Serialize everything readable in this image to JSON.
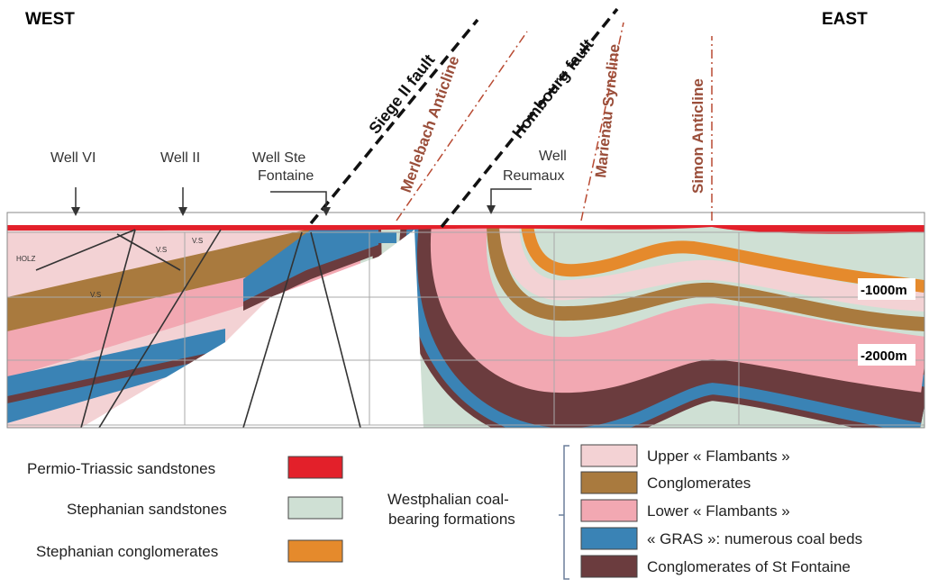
{
  "orientation": {
    "west": "WEST",
    "east": "EAST"
  },
  "wells": [
    {
      "line1": "Well VI",
      "line2": ""
    },
    {
      "line1": "Well II",
      "line2": ""
    },
    {
      "line1": "Well Ste",
      "line2": "Fontaine"
    },
    {
      "line1": "Well",
      "line2": "Reumaux"
    }
  ],
  "faults": [
    {
      "label": "Siege II fault"
    },
    {
      "label": "Hombourg fault"
    }
  ],
  "folds": [
    {
      "label": "Merlebach Anticline"
    },
    {
      "label": "Marienau Syncline"
    },
    {
      "label": "Simon Anticline"
    }
  ],
  "depths": [
    "-1000m",
    "-2000m"
  ],
  "small_labels": [
    "HOLZ",
    "V.S",
    "V.S",
    "V.S"
  ],
  "legend_left": [
    {
      "label": "Permio-Triassic sandstones",
      "color": "#e3202a"
    },
    {
      "label": "Stephanian sandstones",
      "color": "#cfe0d4"
    },
    {
      "label": "Stephanian conglomerates",
      "color": "#e58a2c"
    }
  ],
  "westphalian": {
    "line1": "Westphalian coal-",
    "line2": "bearing formations"
  },
  "legend_right": [
    {
      "label": "Upper « Flambants »",
      "color": "#f3d2d4"
    },
    {
      "label": "Conglomerates",
      "color": "#a97a3e"
    },
    {
      "label": "Lower « Flambants »",
      "color": "#f2a8b2"
    },
    {
      "label": "« GRAS »:  numerous coal beds",
      "color": "#3a83b5"
    },
    {
      "label": "Conglomerates of St Fontaine",
      "color": "#6b3c3e"
    }
  ],
  "colors": {
    "fault_line": "#111111",
    "fold_line": "#b84a32",
    "fold_text": "#9a4e3a"
  }
}
